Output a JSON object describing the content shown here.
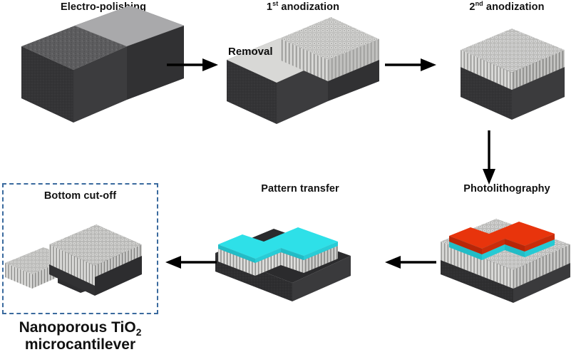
{
  "figure": {
    "type": "process-flow-diagram",
    "description": "Fabrication process flow for a nanoporous TiO2 microcantilever",
    "background_color": "#ffffff"
  },
  "colors": {
    "substrate_dark": "#333335",
    "substrate_dark_side": "#2b2b2d",
    "substrate_dark_front": "#39393b",
    "metal_rough": "#5a5a5c",
    "metal_polished": "#a9a9ab",
    "metal_exposed": "#d8d8d6",
    "nanotube_light": "#d5d5d3",
    "nanotube_mid": "#bdbdbb",
    "nanotube_dark": "#8e8e8c",
    "cyan": "#2ee0e8",
    "cyan_side": "#22bcc6",
    "red": "#e8340c",
    "red_side": "#b82608",
    "arrow_black": "#000000",
    "dashed_border": "#3a6a9e",
    "text": "#111111"
  },
  "steps": [
    {
      "id": "electro-polishing",
      "index": 1,
      "title": "Electro-polishing",
      "title_html": "Electro-polishing",
      "inline_labels": []
    },
    {
      "id": "first-anodization",
      "index": 2,
      "title": "1st anodization",
      "title_main": "1",
      "title_sup": "st",
      "title_rest": " anodization",
      "inline_labels": [
        "Removal"
      ]
    },
    {
      "id": "second-anodization",
      "index": 3,
      "title": "2nd anodization",
      "title_main": "2",
      "title_sup": "nd",
      "title_rest": " anodization",
      "inline_labels": []
    },
    {
      "id": "photolithography",
      "index": 4,
      "title": "Photolithography",
      "inline_labels": []
    },
    {
      "id": "pattern-transfer",
      "index": 5,
      "title": "Pattern transfer",
      "inline_labels": []
    },
    {
      "id": "bottom-cut-off",
      "index": 6,
      "title": "Bottom cut-off",
      "inline_labels": [],
      "highlighted": true
    }
  ],
  "labels": {
    "removal": "Removal"
  },
  "caption": {
    "line1_pre": "Nanoporous TiO",
    "line1_sub": "2",
    "line2": "microcantilever"
  },
  "arrows": [
    {
      "id": "arrow-1-to-2",
      "direction": "right"
    },
    {
      "id": "arrow-2-to-3",
      "direction": "right"
    },
    {
      "id": "arrow-3-to-4",
      "direction": "down"
    },
    {
      "id": "arrow-4-to-5",
      "direction": "left"
    },
    {
      "id": "arrow-5-to-6",
      "direction": "left"
    }
  ]
}
